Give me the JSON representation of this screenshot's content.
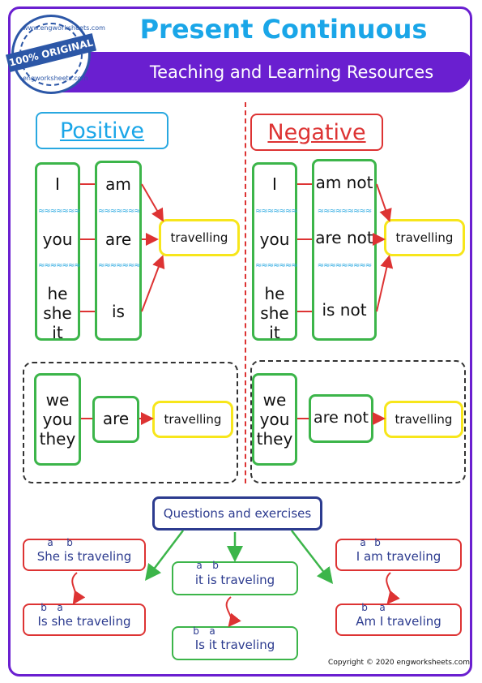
{
  "header": {
    "title": "Present Continuous",
    "subtitle": "Teaching and Learning Resources"
  },
  "seal": {
    "band": "100% ORIGINAL",
    "top": "www.engworksheets.com",
    "bottom": "engworksheets.com"
  },
  "positive": {
    "heading": "Positive",
    "subjects": [
      "I",
      "you",
      "he",
      "she",
      "it"
    ],
    "verbs": [
      "am",
      "are",
      "is"
    ],
    "result": "travelling",
    "plural": {
      "subjects": [
        "we",
        "you",
        "they"
      ],
      "verb": "are",
      "result": "travelling"
    }
  },
  "negative": {
    "heading": "Negative",
    "subjects": [
      "I",
      "you",
      "he",
      "she",
      "it"
    ],
    "verbs": [
      "am not",
      "are not",
      "is not"
    ],
    "result": "travelling",
    "plural": {
      "subjects": [
        "we",
        "you",
        "they"
      ],
      "verb": "are not",
      "result": "travelling"
    }
  },
  "questions": {
    "title": "Questions and exercises",
    "left": {
      "statement": "She is traveling",
      "question": "Is she traveling",
      "marks_top": [
        "a",
        "b"
      ],
      "marks_bottom": [
        "b",
        "a"
      ]
    },
    "middle": {
      "statement": "it is traveling",
      "question": "Is it traveling",
      "marks_top": [
        "a",
        "b"
      ],
      "marks_bottom": [
        "b",
        "a"
      ]
    },
    "right": {
      "statement": "I am traveling",
      "question": "Am I traveling",
      "marks_top": [
        "a",
        "b"
      ],
      "marks_bottom": [
        "b",
        "a"
      ]
    }
  },
  "footer": {
    "copyright": "Copyright © 2020 engworksheets.com"
  },
  "colors": {
    "purple": "#6a1fd0",
    "cyan": "#1aa6e8",
    "green": "#3cb54a",
    "yellow": "#f7e61b",
    "red": "#d33",
    "navy": "#2c3b8f"
  }
}
